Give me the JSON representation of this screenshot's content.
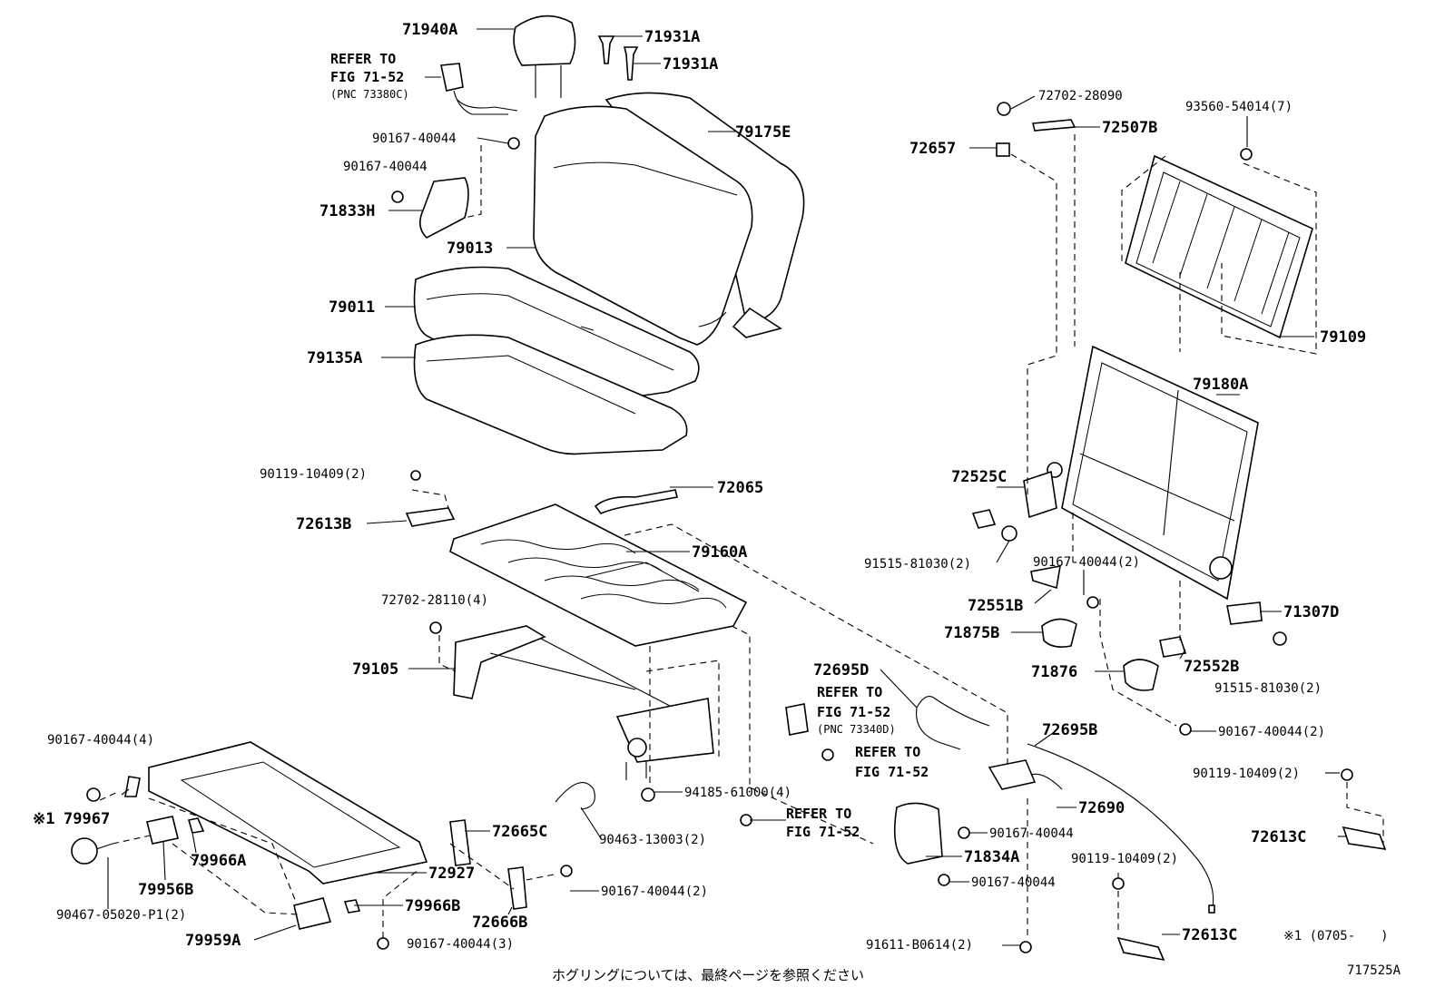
{
  "figure_code": "717525A",
  "footer_note": "ホグリングについては、最終ページを参照ください",
  "note_marker": "※1 (0705-　　)",
  "labels": {
    "p71940A": "71940A",
    "p71931A_1": "71931A",
    "p71931A_2": "71931A",
    "p79175E": "79175E",
    "p90167_40044_a": "90167-40044",
    "p90167_40044_b": "90167-40044",
    "p71833H": "71833H",
    "p79013": "79013",
    "p79011": "79011",
    "p79135A": "79135A",
    "p90119_10409_2a": "90119-10409(2)",
    "p72613B": "72613B",
    "p72065": "72065",
    "p79160A": "79160A",
    "p72702_28110_4": "72702-28110(4)",
    "p79105": "79105",
    "p90167_40044_4": "90167-40044(4)",
    "p79967": "79967",
    "p79966A": "79966A",
    "p79956B": "79956B",
    "p90467_05020": "90467-05020-P1(2)",
    "p79966B": "79966B",
    "p79959A": "79959A",
    "p90167_40044_3": "90167-40044(3)",
    "p72927": "72927",
    "p72665C": "72665C",
    "p72666B": "72666B",
    "p90167_40044_2c": "90167-40044(2)",
    "p90463_13003": "90463-13003(2)",
    "p94185_61000": "94185-61000(4)",
    "p72695D": "72695D",
    "p72702_28090": "72702-28090",
    "p72507B": "72507B",
    "p72657": "72657",
    "p93560_54014": "93560-54014(7)",
    "p79109": "79109",
    "p79180A": "79180A",
    "p72525C": "72525C",
    "p91515_81030_a": "91515-81030(2)",
    "p90167_40044_2a": "90167-40044(2)",
    "p72551B": "72551B",
    "p71875B": "71875B",
    "p71307D": "71307D",
    "p72552B": "72552B",
    "p71876": "71876",
    "p91515_81030_b": "91515-81030(2)",
    "p90167_40044_2b": "90167-40044(2)",
    "p72695B": "72695B",
    "p90119_10409_2b": "90119-10409(2)",
    "p72690": "72690",
    "p72613C_a": "72613C",
    "p90167_40044_c": "90167-40044",
    "p71834A": "71834A",
    "p90167_40044_d": "90167-40044",
    "p90119_10409_2c": "90119-10409(2)",
    "p72613C_b": "72613C",
    "p91611_B0614": "91611-B0614(2)",
    "note_marker_1": "※1"
  },
  "refer_notes": {
    "seatbelt": {
      "line1": "REFER TO",
      "line2": "FIG 71-52",
      "pnc": "(PNC 73380C)"
    },
    "cable": {
      "line1": "REFER TO",
      "line2": "FIG 71-52",
      "pnc": "(PNC 73340D)"
    },
    "bolt_mid": {
      "line1": "REFER TO",
      "line2": "FIG 71-52"
    },
    "bolt_low": {
      "line1": "REFER TO",
      "line2": "FIG 71-52"
    }
  }
}
